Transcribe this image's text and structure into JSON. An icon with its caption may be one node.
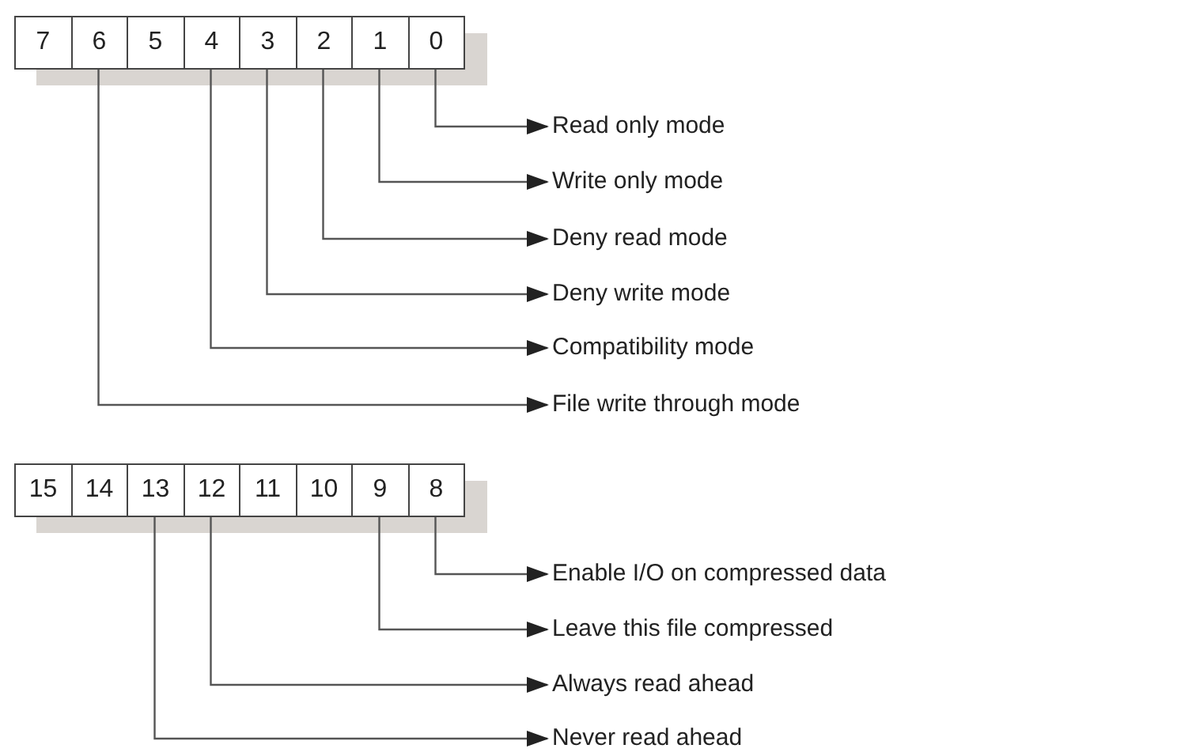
{
  "diagram": {
    "nodes": [
      {
        "text": [
          "7"
        ]
      },
      {
        "text": [
          "6"
        ]
      },
      {
        "text": [
          "5"
        ]
      },
      {
        "text": [
          "4"
        ]
      },
      {
        "text": [
          "3"
        ]
      },
      {
        "text": [
          "2"
        ]
      },
      {
        "text": [
          "1"
        ]
      },
      {
        "text": [
          "0"
        ]
      },
      {
        "text": [
          "Read only mode"
        ]
      },
      {
        "text": [
          "Write only mode"
        ]
      },
      {
        "text": [
          "Deny read mode"
        ]
      },
      {
        "text": [
          "Deny write mode"
        ]
      },
      {
        "text": [
          "Compatibility mode"
        ]
      },
      {
        "text": [
          "File write through mode"
        ]
      },
      {
        "text": [
          "15"
        ]
      },
      {
        "text": [
          "14"
        ]
      },
      {
        "text": [
          "13"
        ]
      },
      {
        "text": [
          "12"
        ]
      },
      {
        "text": [
          "11"
        ]
      },
      {
        "text": [
          "10"
        ]
      },
      {
        "text": [
          "9"
        ]
      },
      {
        "text": [
          "8"
        ]
      },
      {
        "text": [
          "Enable I/O on compressed data"
        ]
      },
      {
        "text": [
          "Leave this file compressed"
        ]
      },
      {
        "text": [
          "Always read ahead"
        ]
      },
      {
        "text": [
          "Never read ahead"
        ]
      }
    ],
    "edges": [
      {
        "from": 7,
        "to": 8,
        "arrow": "to"
      },
      {
        "from": 6,
        "to": 9,
        "arrow": "to"
      },
      {
        "from": 5,
        "to": 10,
        "arrow": "to"
      },
      {
        "from": 4,
        "to": 11,
        "arrow": "to"
      },
      {
        "from": 3,
        "to": 12,
        "arrow": "to"
      },
      {
        "from": 1,
        "to": 13,
        "arrow": "to"
      },
      {
        "from": 21,
        "to": 22,
        "arrow": "to"
      },
      {
        "from": 20,
        "to": 23,
        "arrow": "to"
      },
      {
        "from": 17,
        "to": 24,
        "arrow": "to"
      },
      {
        "from": 16,
        "to": 25,
        "arrow": "to"
      }
    ]
  }
}
